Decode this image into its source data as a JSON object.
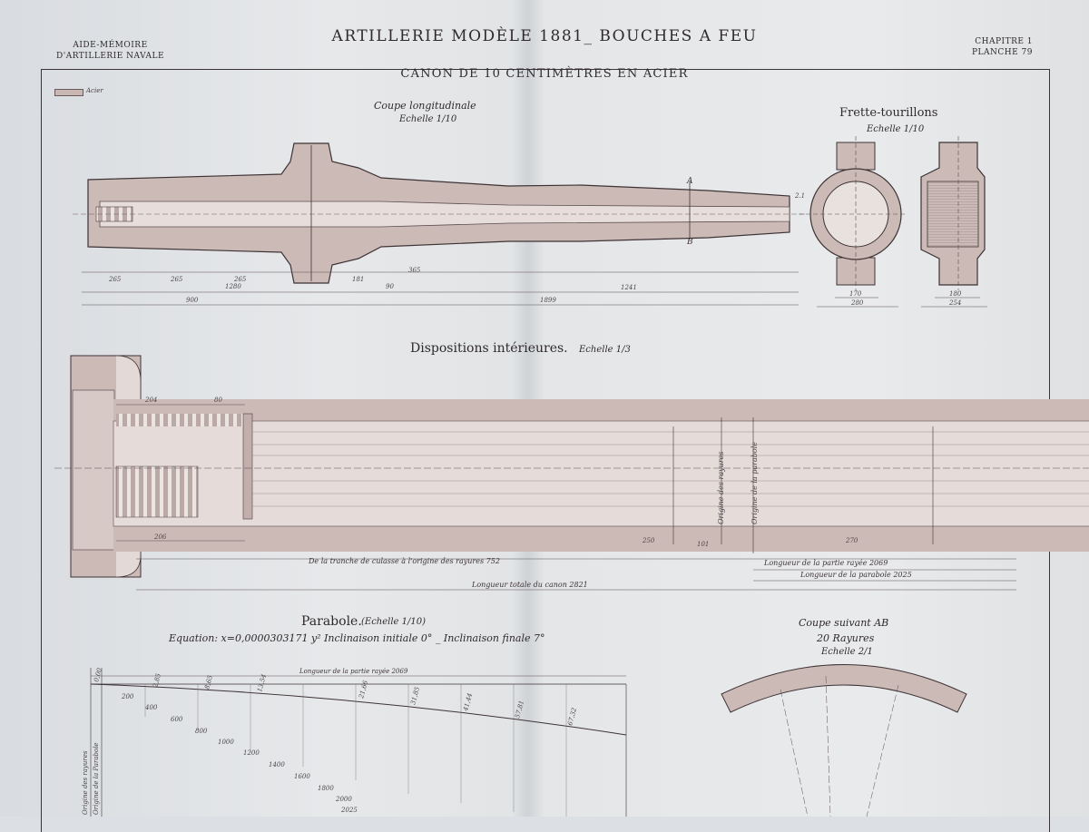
{
  "header": {
    "left_line1": "AIDE-MÉMOIRE",
    "left_line2": "D'ARTILLERIE NAVALE",
    "title": "ARTILLERIE MODÈLE 1881_ BOUCHES A FEU",
    "right_line1": "CHAPITRE 1",
    "right_line2": "PLANCHE 79",
    "subtitle": "CANON DE 10 CENTIMÈTRES EN ACIER"
  },
  "legend": {
    "acier_label": "Acier"
  },
  "longitudinal": {
    "title": "Coupe longitudinale",
    "scale": "Echelle 1/10",
    "marker_a": "A",
    "marker_b": "B",
    "dims": [
      "265",
      "265",
      "1280",
      "265",
      "181",
      "90",
      "365",
      "900",
      "1899",
      "1241",
      "2.1"
    ]
  },
  "frette": {
    "title": "Frette-tourillons",
    "scale": "Echelle 1/10",
    "dims": [
      "170",
      "280",
      "180",
      "254"
    ]
  },
  "dispositions": {
    "title": "Dispositions intérieures.",
    "scale": "Echelle 1/3",
    "dims": [
      "204",
      "80",
      "206",
      "250",
      "101",
      "270"
    ],
    "vlabel1": "Origine des rayures",
    "vlabel2": "Origine de la parabole",
    "note1": "De la tranche de culasse à l'origine des rayures 752",
    "note2": "Longueur de la partie rayée 2069",
    "note3": "Longueur de la parabole 2025",
    "note4": "Longueur totale du canon 2821"
  },
  "parabole": {
    "title": "Parabole.",
    "scale": "(Echelle 1/10)",
    "equation": "Equation: x=0,0000303171 y²  Inclinaison initiale 0° _ Inclinaison finale 7°",
    "top_label": "Longueur de la partie rayée 2069",
    "x_labels": [
      "200",
      "400",
      "600",
      "800",
      "1000",
      "1200",
      "1400",
      "1600",
      "1800",
      "2000",
      "2025"
    ],
    "y_labels": [
      "0,00",
      "2,85",
      "8,65",
      "13,54",
      "21,66",
      "31,85",
      "41,44",
      "57,81",
      "67,32"
    ],
    "vlabel1": "Origine des rayures",
    "vlabel2": "Origine de la Parabole"
  },
  "ab_section": {
    "title": "Coupe suivant AB",
    "rifling": "20 Rayures",
    "scale": "Echelle 2/1"
  }
}
